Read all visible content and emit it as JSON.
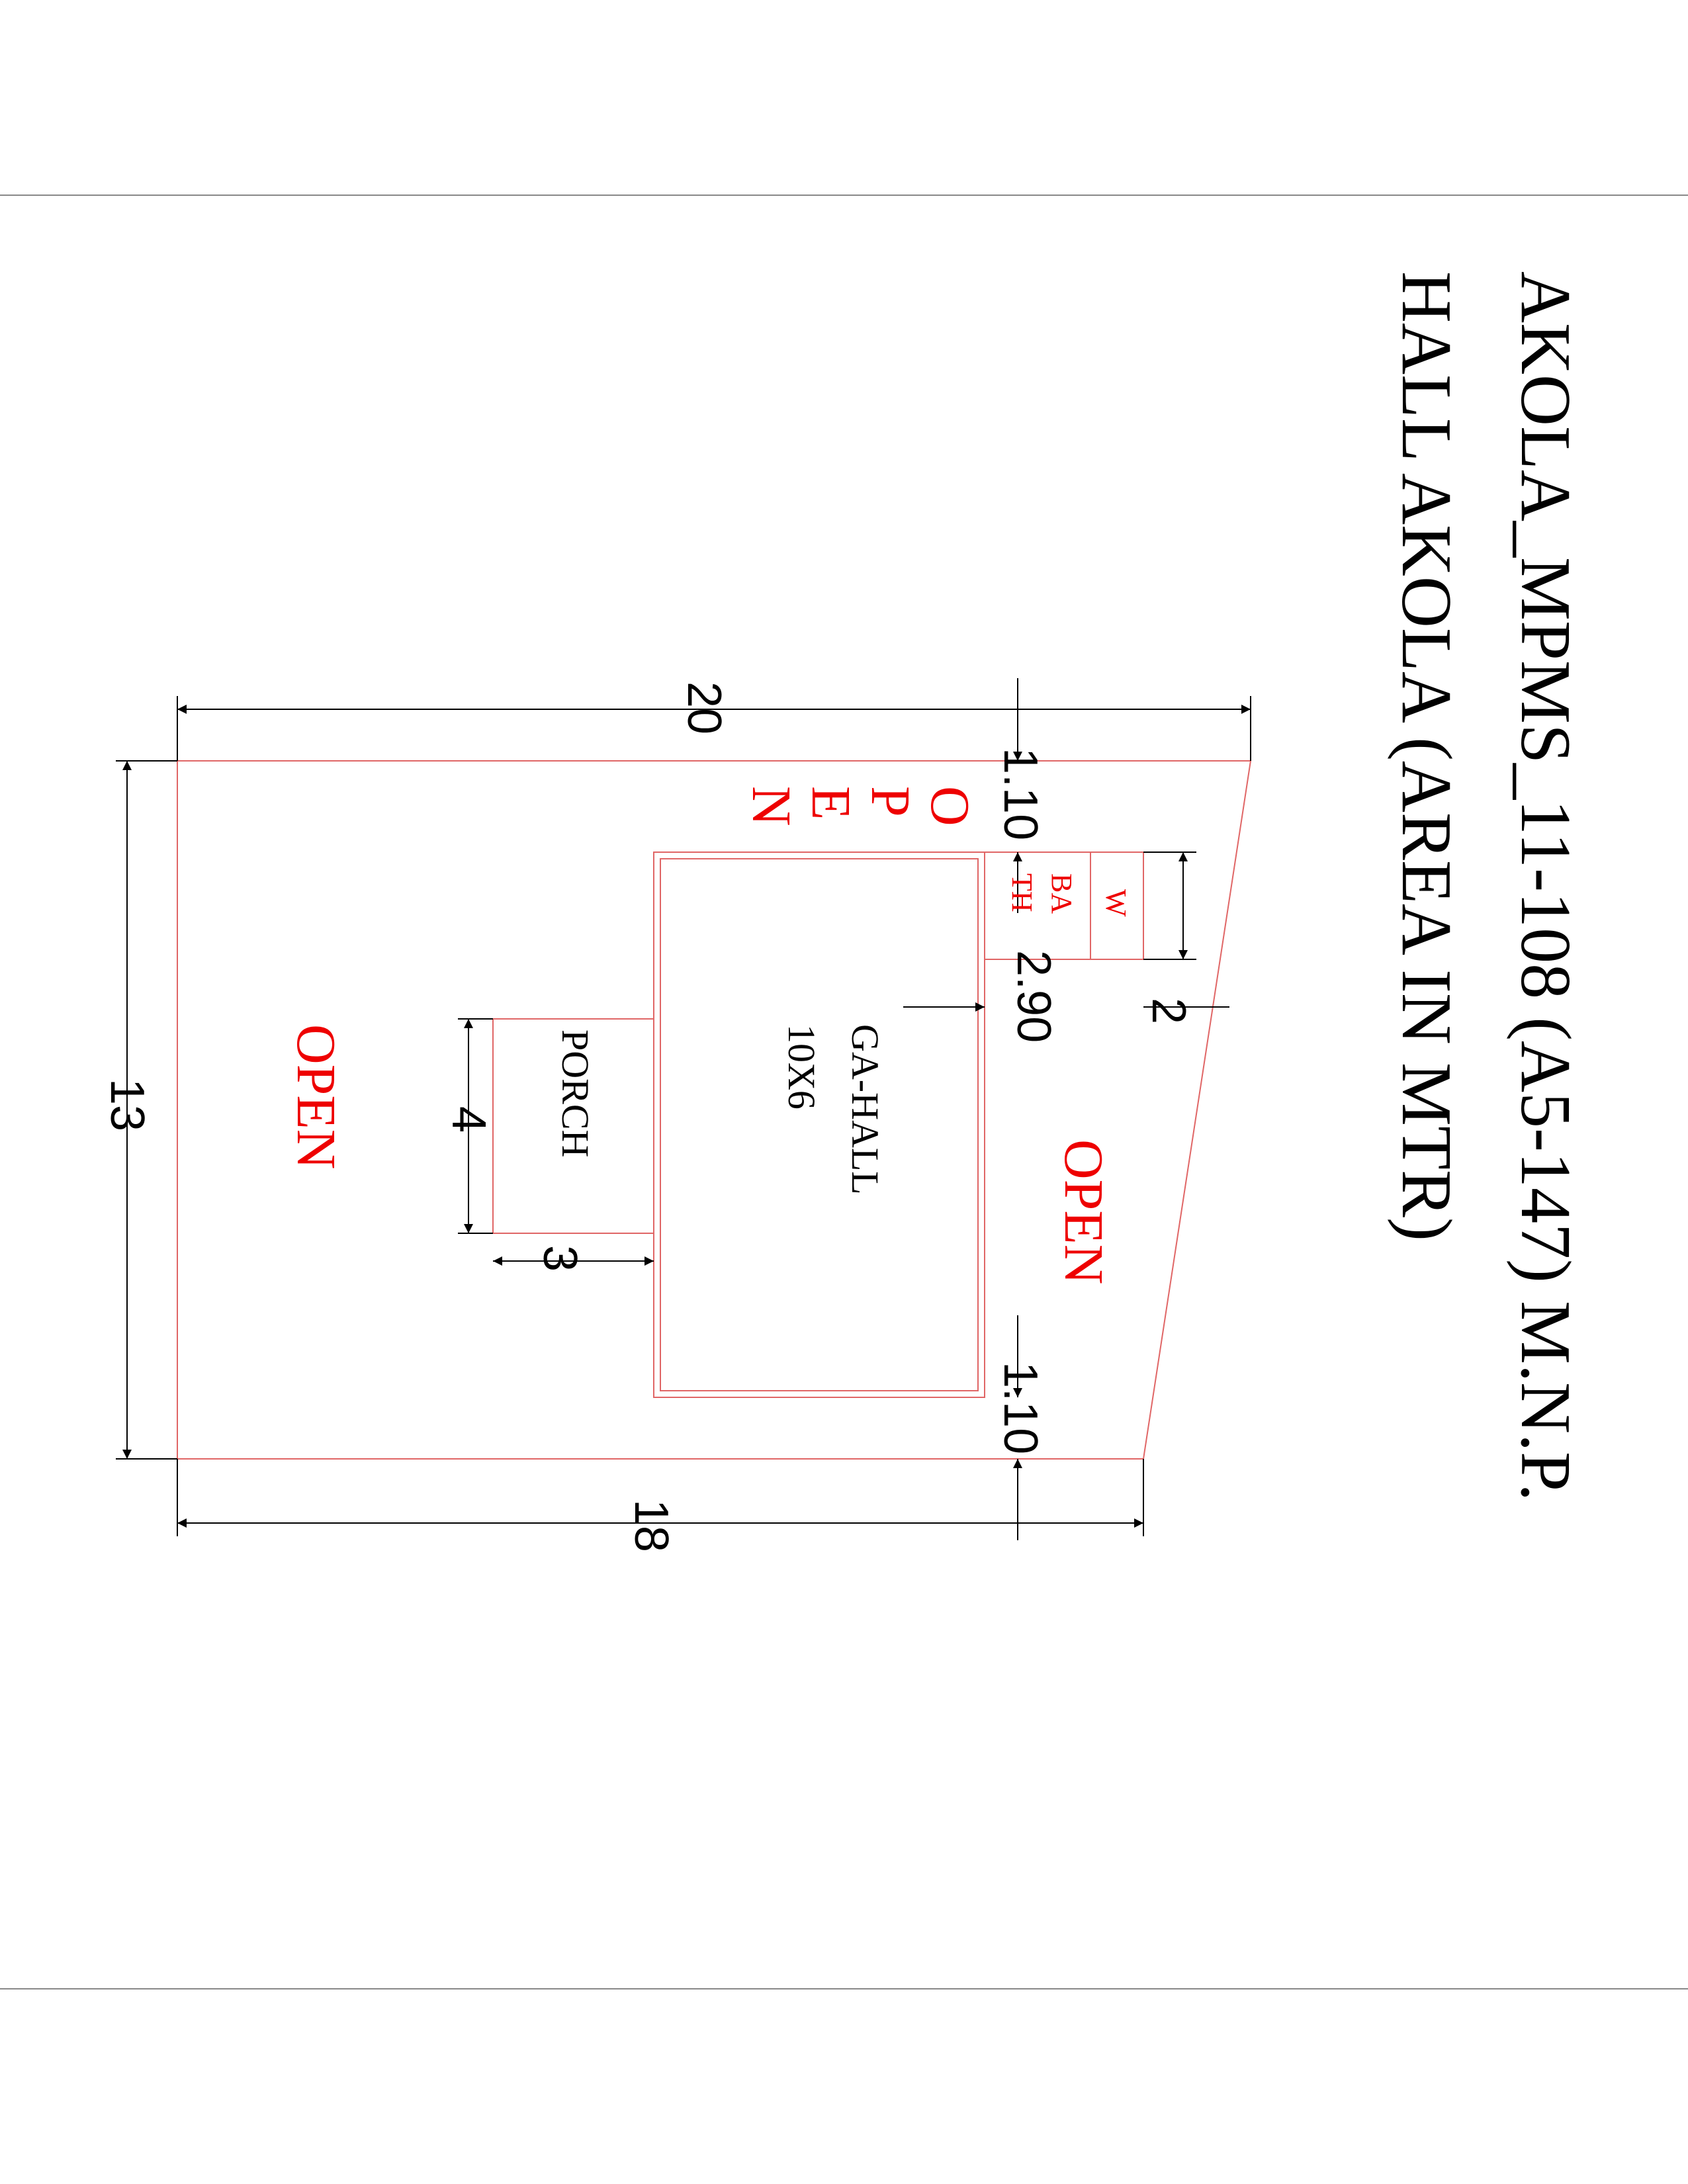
{
  "title": {
    "line1": "AKOLA_MPMS_11-108 (A5-147) M.N.P.",
    "line2": "HALL AKOLA (AREA IN MTR)"
  },
  "colors": {
    "plot_line": "#e06666",
    "red_text": "#ee0000",
    "dimension": "#000000",
    "frame": "#888888"
  },
  "rooms": {
    "hall_name": "GA-HALL",
    "hall_size": "10X6",
    "porch": "PORCH",
    "wash": "W",
    "bath_1": "BA",
    "bath_2": "TH"
  },
  "open_labels": {
    "center": "OPEN",
    "right": "OPEN",
    "vertical_letters": [
      "O",
      "P",
      "E",
      "N"
    ]
  },
  "dimensions": {
    "top": "20",
    "bottom": "18",
    "left": "13",
    "front_offset": "1.10",
    "side_offset": "2.90",
    "wash_depth": "2",
    "rear_offset": "1.10",
    "porch_depth": "4",
    "porch_width": "3"
  }
}
